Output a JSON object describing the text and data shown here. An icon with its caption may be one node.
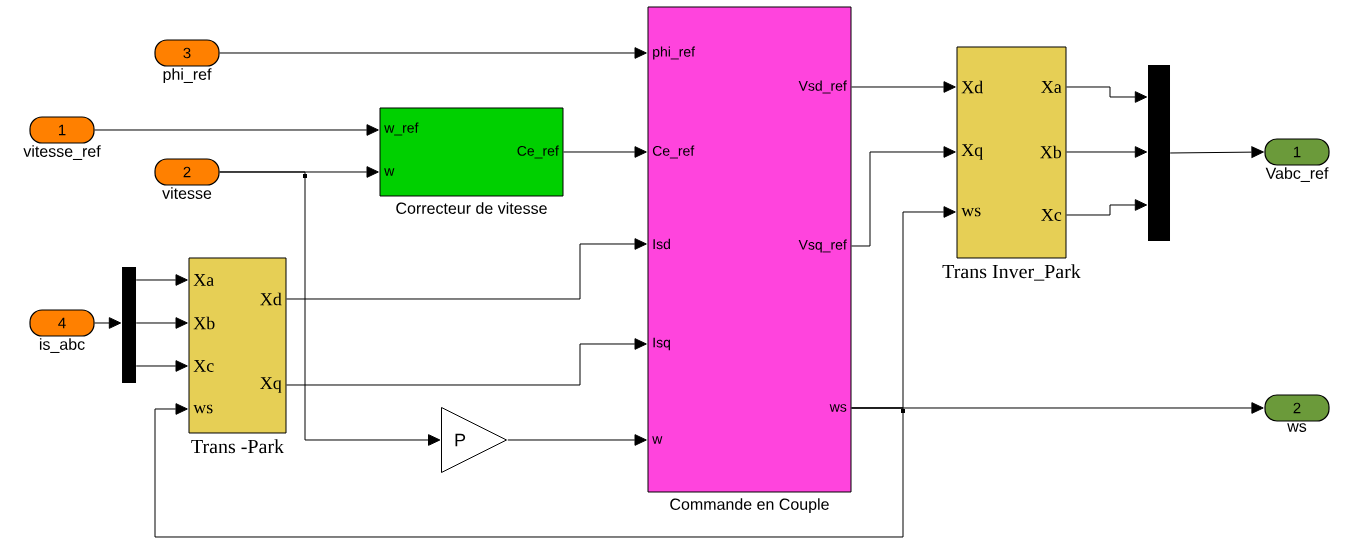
{
  "diagram": {
    "nodes": [
      {
        "text": [
          "3"
        ],
        "beside": [
          "phi_ref"
        ]
      },
      {
        "text": [
          "1"
        ],
        "beside": [
          "vitesse_ref"
        ]
      },
      {
        "text": [
          "2"
        ],
        "beside": [
          "vitesse"
        ]
      },
      {
        "text": [
          "4"
        ],
        "beside": [
          "is_abc"
        ]
      },
      {
        "text": [
          "w_ref",
          "w",
          "Ce_ref"
        ],
        "beside": [
          "Correcteur de vitesse"
        ]
      },
      {
        "text": [],
        "shape": "bar"
      },
      {
        "text": [
          "Xa",
          "Xb",
          "Xc",
          "ws",
          "Xd",
          "Xq"
        ],
        "beside": [
          "Trans -Park"
        ]
      },
      {
        "text": [
          "P"
        ]
      },
      {
        "text": [
          "phi_ref",
          "Ce_ref",
          "Isd",
          "Isq",
          "w",
          "Vsd_ref",
          "Vsq_ref",
          "ws"
        ],
        "beside": [
          "Commande en Couple"
        ]
      },
      {
        "text": [
          "Xd",
          "Xq",
          "ws",
          "Xa",
          "Xb",
          "Xc"
        ],
        "beside": [
          "Trans Inver_Park"
        ]
      },
      {
        "text": [],
        "shape": "bar"
      },
      {
        "text": [
          "1"
        ],
        "beside": [
          "Vabc_ref"
        ]
      },
      {
        "text": [
          "2"
        ],
        "beside": [
          "ws"
        ]
      }
    ],
    "edges": [
      {
        "from": 0,
        "to": 8,
        "arrow": "to"
      },
      {
        "from": 1,
        "to": 4,
        "arrow": "to"
      },
      {
        "from": 2,
        "to": 4,
        "arrow": "to"
      },
      {
        "from": 2,
        "to": 7,
        "arrow": "to"
      },
      {
        "from": 4,
        "to": 8,
        "arrow": "to"
      },
      {
        "from": 3,
        "to": 5,
        "arrow": "to"
      },
      {
        "from": 5,
        "to": 6,
        "arrow": "to"
      },
      {
        "from": 5,
        "to": 6,
        "arrow": "to"
      },
      {
        "from": 5,
        "to": 6,
        "arrow": "to"
      },
      {
        "from": 6,
        "to": 8,
        "arrow": "to"
      },
      {
        "from": 6,
        "to": 8,
        "arrow": "to"
      },
      {
        "from": 7,
        "to": 8,
        "arrow": "to"
      },
      {
        "from": 8,
        "to": 9,
        "arrow": "to"
      },
      {
        "from": 8,
        "to": 9,
        "arrow": "to"
      },
      {
        "from": 8,
        "to": 9,
        "arrow": "to"
      },
      {
        "from": 8,
        "to": 6,
        "arrow": "to"
      },
      {
        "from": 8,
        "to": 12,
        "arrow": "to"
      },
      {
        "from": 9,
        "to": 10,
        "arrow": "to"
      },
      {
        "from": 9,
        "to": 10,
        "arrow": "to"
      },
      {
        "from": 9,
        "to": 10,
        "arrow": "to"
      },
      {
        "from": 10,
        "to": 11,
        "arrow": "to"
      }
    ]
  }
}
